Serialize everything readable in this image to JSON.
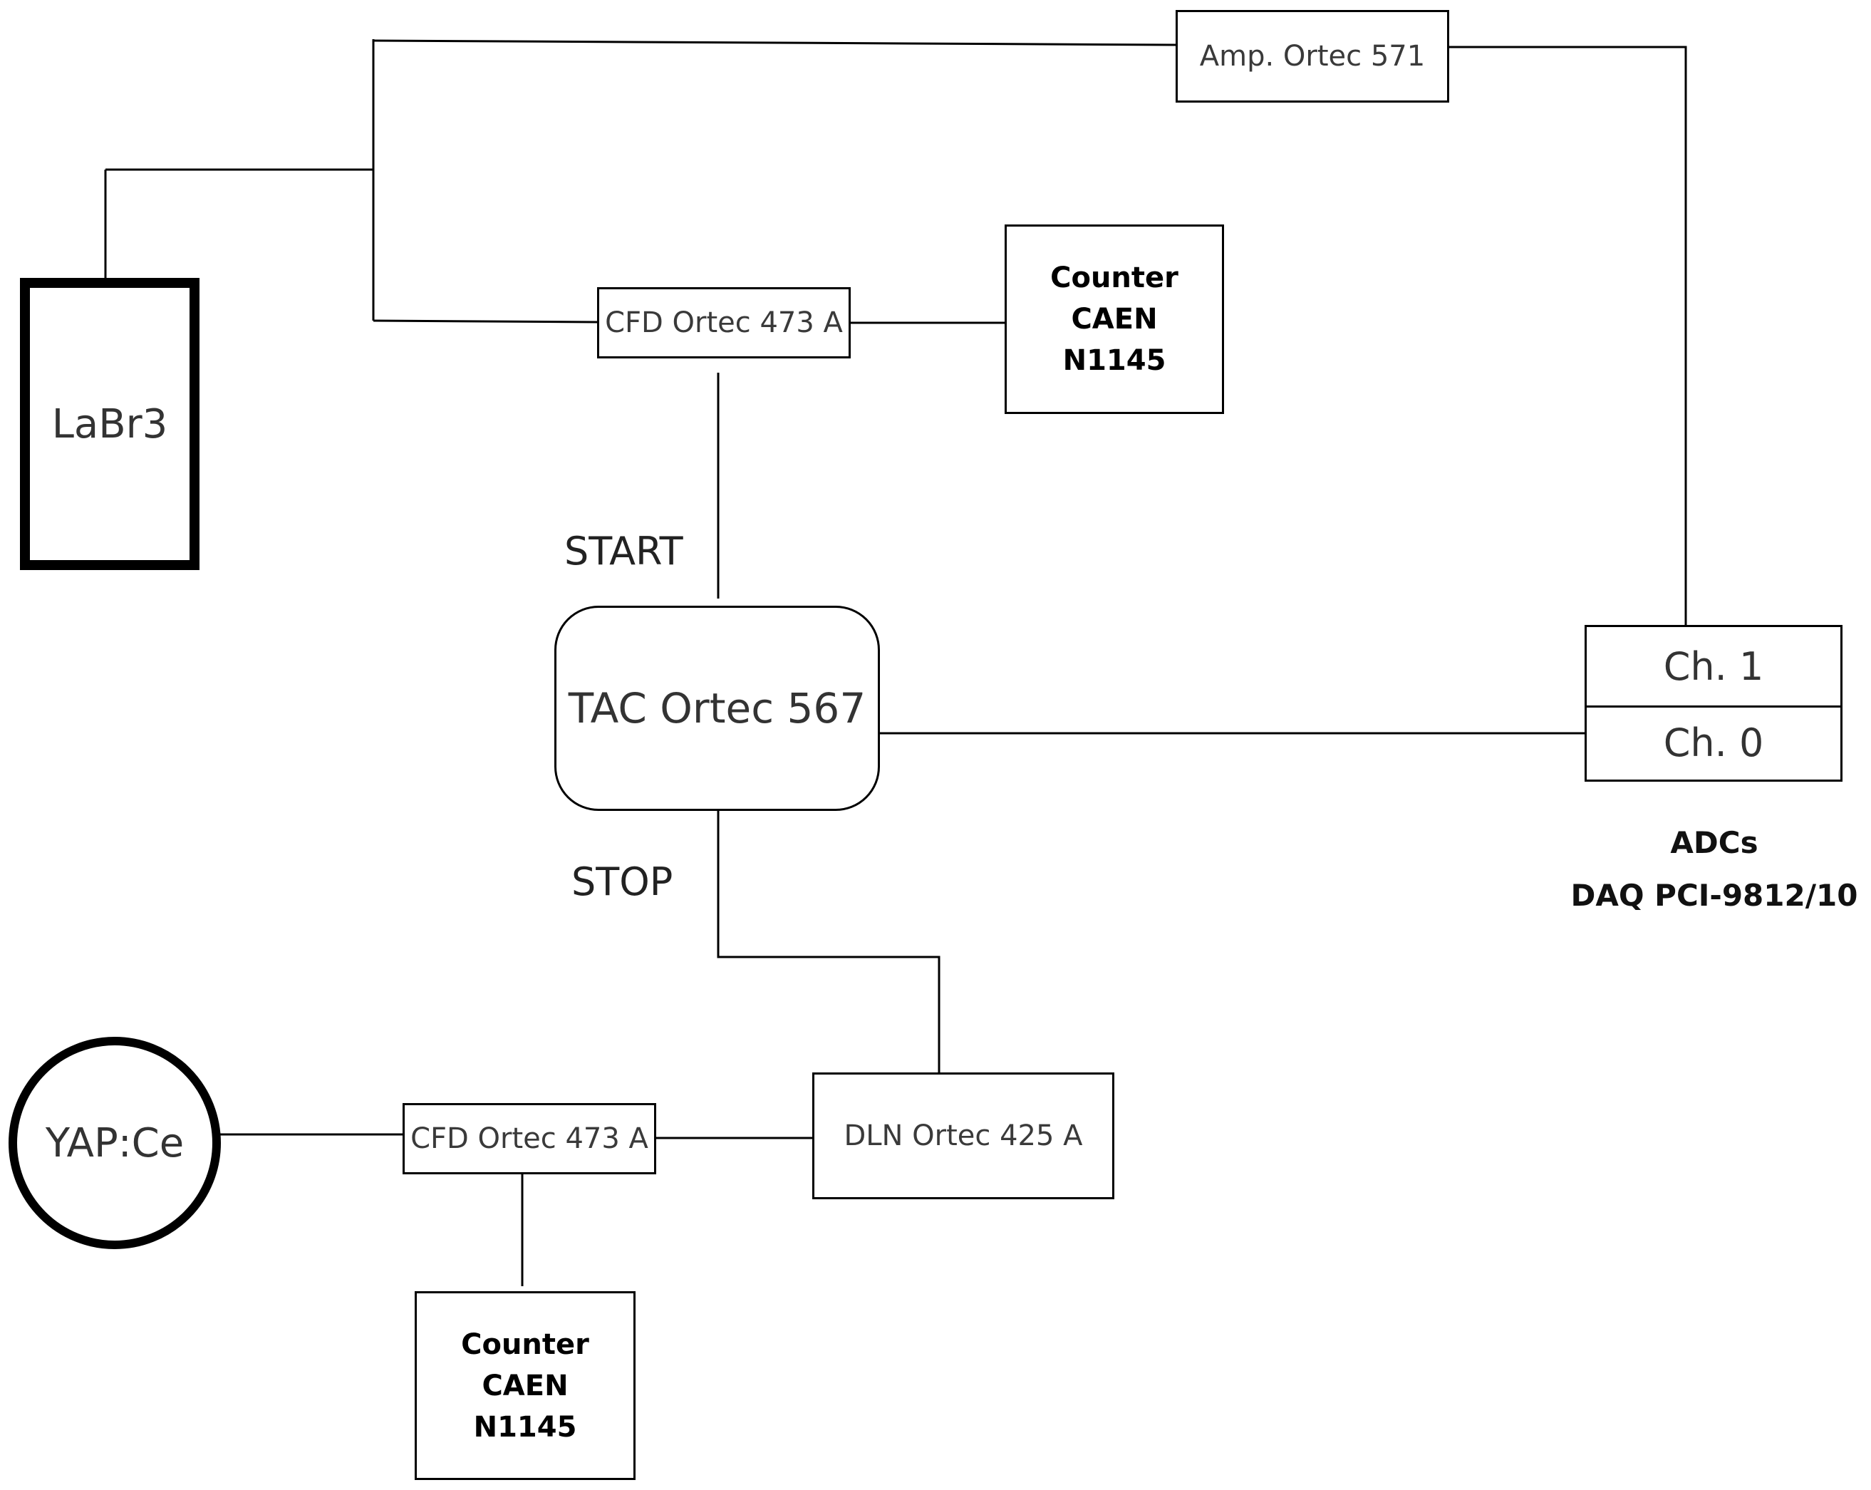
{
  "diagram": {
    "nodes": {
      "labr3": "LaBr3",
      "amp": "Amp. Ortec 571",
      "cfd_top": "CFD Ortec 473 A",
      "counter_top": {
        "line1": "Counter CAEN",
        "line2": "N1145"
      },
      "tac": "TAC Ortec 567",
      "adc": {
        "ch1": "Ch. 1",
        "ch0": "Ch. 0"
      },
      "yap": "YAP:Ce",
      "cfd_bottom": "CFD Ortec 473 A",
      "dln": "DLN Ortec 425 A",
      "counter_bottom": {
        "line1": "Counter CAEN",
        "line2": "N1145"
      }
    },
    "labels": {
      "start": "START",
      "stop": "STOP",
      "adc_caption_line1": "ADCs",
      "adc_caption_line2": "DAQ PCI-9812/10"
    }
  }
}
